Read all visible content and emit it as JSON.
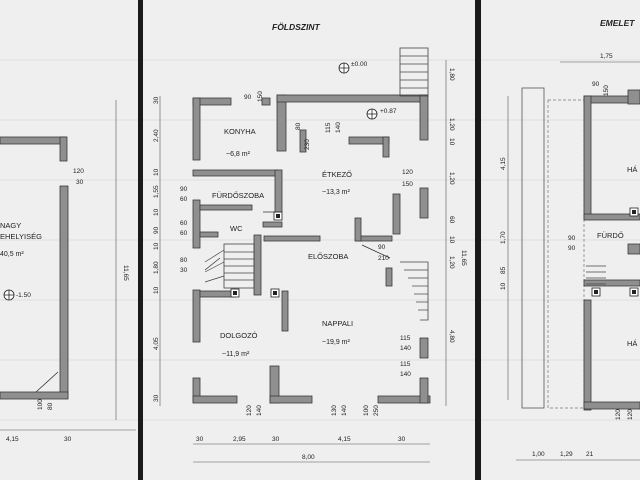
{
  "titles": {
    "middle": "FÖLDSZINT",
    "right": "EMELET"
  },
  "levels": {
    "top": "±0.00",
    "etkezo": "+0.87",
    "left": "-1.50"
  },
  "rooms": {
    "konyha": {
      "name": "KONYHA",
      "area": "~6,8 m²"
    },
    "etkezo": {
      "name": "ÉTKEZŐ",
      "area": "~13,3 m²"
    },
    "furdoszoba": {
      "name": "FÜRDŐSZOBA"
    },
    "wc": {
      "name": "WC"
    },
    "eloszoba": {
      "name": "ELŐSZOBA"
    },
    "dolgozo": {
      "name": "DOLGOZÓ",
      "area": "~11,9 m²"
    },
    "nappali": {
      "name": "NAPPALI",
      "area": "~19,9 m²"
    },
    "left_room": {
      "line1": "NAGY",
      "line2": "EHELYISÉG",
      "area": "40,5 m²"
    },
    "right_ha1": {
      "name": "HÁ"
    },
    "right_furdo": {
      "name": "FÜRDŐ"
    },
    "right_ha2": {
      "name": "HÁ"
    }
  },
  "dims": {
    "left": {
      "d1": "120",
      "d2": "30",
      "side": "11,65",
      "b1": "100",
      "b2": "80",
      "w1": "4,15",
      "w2": "30"
    },
    "mid": {
      "konyha_top_a": "90",
      "konyha_top_b": "150",
      "etk_a": "80",
      "etk_b": "230",
      "etk_c": "115",
      "etk_d": "140",
      "win1_a": "120",
      "win1_b": "150",
      "furdo_a": "90",
      "furdo_b": "60",
      "wc_a": "60",
      "wc_b": "60",
      "stair_a": "80",
      "stair_b": "30",
      "elo_a": "90",
      "elo_b": "210",
      "nap1_a": "115",
      "nap1_b": "140",
      "nap2_a": "115",
      "nap2_b": "140",
      "b1_a": "120",
      "b1_b": "140",
      "b2_a": "130",
      "b2_b": "140",
      "b3_a": "100",
      "b3_b": "250",
      "bottom_1": "30",
      "bottom_2": "2,95",
      "bottom_3": "30",
      "bottom_4": "4,15",
      "bottom_5": "30",
      "total": "8,00",
      "side_right": "11,65",
      "vl_1": "30",
      "vl_2": "2,40",
      "vl_3": "10",
      "vl_4": "1,55",
      "vl_5": "10",
      "vl_6": "90",
      "vl_7": "10",
      "vl_8": "1,80",
      "vl_9": "10",
      "vl_10": "4,05",
      "vl_11": "30",
      "vr_1": "1,80",
      "vr_2": "1,20",
      "vr_3": "10",
      "vr_4": "1,20",
      "vr_5": "60",
      "vr_6": "10",
      "vr_7": "1,20",
      "vr_8": "4,80"
    },
    "right": {
      "top": "1,75",
      "t1": "90",
      "t2": "150",
      "side": "4,15",
      "v2": "1,70",
      "v3": "85",
      "v4": "10",
      "f1": "90",
      "f2": "90",
      "b1": "120",
      "b2": "120",
      "bot1": "1,00",
      "bot2": "1,29",
      "bot3": "21"
    }
  }
}
